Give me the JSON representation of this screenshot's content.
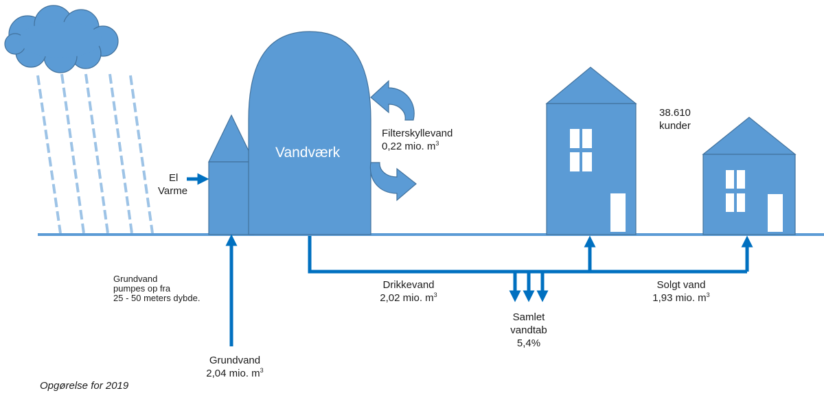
{
  "colors": {
    "fill": "#5b9bd5",
    "stroke": "#41719c",
    "pipe": "#0070c0",
    "rain": "#9dc3e6",
    "text": "#1a1a1a"
  },
  "labels": {
    "plant": "Vandværk",
    "input_line1": "El",
    "input_line2": "Varme",
    "backwash_title": "Filterskyllevand",
    "backwash_value": "0,22 mio. m",
    "customers_count": "38.610",
    "customers_word": "kunder",
    "groundwater_note_line1": "Grundvand",
    "groundwater_note_line2": "pumpes op fra",
    "groundwater_note_line3": "25  -  50 meters dybde.",
    "groundwater_title": "Grundvand",
    "groundwater_value": "2,04 mio. m",
    "drinking_title": "Drikkevand",
    "drinking_value": "2,02 mio. m",
    "loss_line1": "Samlet",
    "loss_line2": "vandtab",
    "loss_value": "5,4%",
    "sold_title": "Solgt vand",
    "sold_value": "1,93 mio. m",
    "unit_exponent": "3",
    "footnote": "Opgørelse for 2019"
  }
}
